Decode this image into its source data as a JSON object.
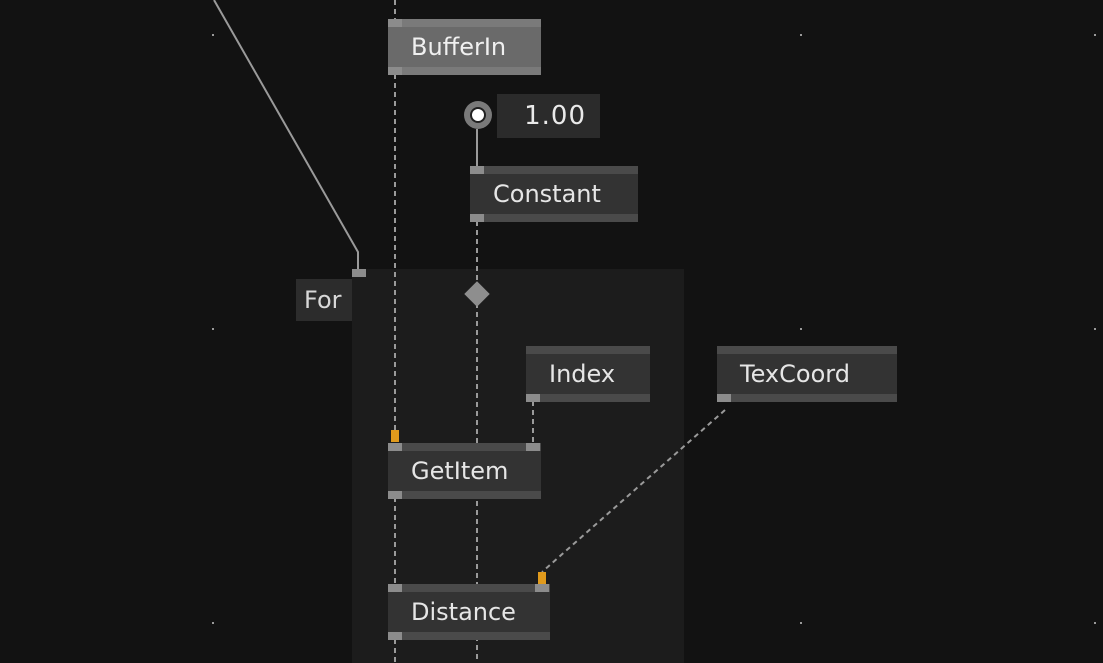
{
  "patch": {
    "region_label": "For",
    "iobox_value": "1.00",
    "nodes": {
      "bufferin": "BufferIn",
      "constant": "Constant",
      "index": "Index",
      "texcoord": "TexCoord",
      "getitem": "GetItem",
      "distance": "Distance"
    }
  },
  "colors": {
    "background": "#121212",
    "region": "#1c1c1c",
    "node": "#333333",
    "link": "#9a9a9a",
    "pin_accent": "#e09a1c"
  },
  "icons": {
    "bang": "bang-toggle-icon",
    "region_input": "diamond-pin-icon"
  }
}
